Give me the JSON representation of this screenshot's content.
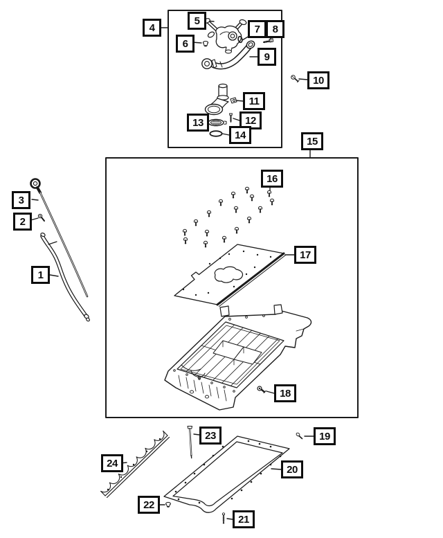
{
  "canvas": {
    "background": "#ffffff",
    "art_color": "#1a1a1a",
    "callout_border": "#0d0d0d"
  },
  "callouts": {
    "c1": "1",
    "c2": "2",
    "c3": "3",
    "c4": "4",
    "c5": "5",
    "c6": "6",
    "c7": "7",
    "c8": "8",
    "c9": "9",
    "c10": "10",
    "c11": "11",
    "c12": "12",
    "c13": "13",
    "c14": "14",
    "c15": "15",
    "c16": "16",
    "c17": "17",
    "c18": "18",
    "c19": "19",
    "c20": "20",
    "c21": "21",
    "c22": "22",
    "c23": "23",
    "c24": "24"
  }
}
